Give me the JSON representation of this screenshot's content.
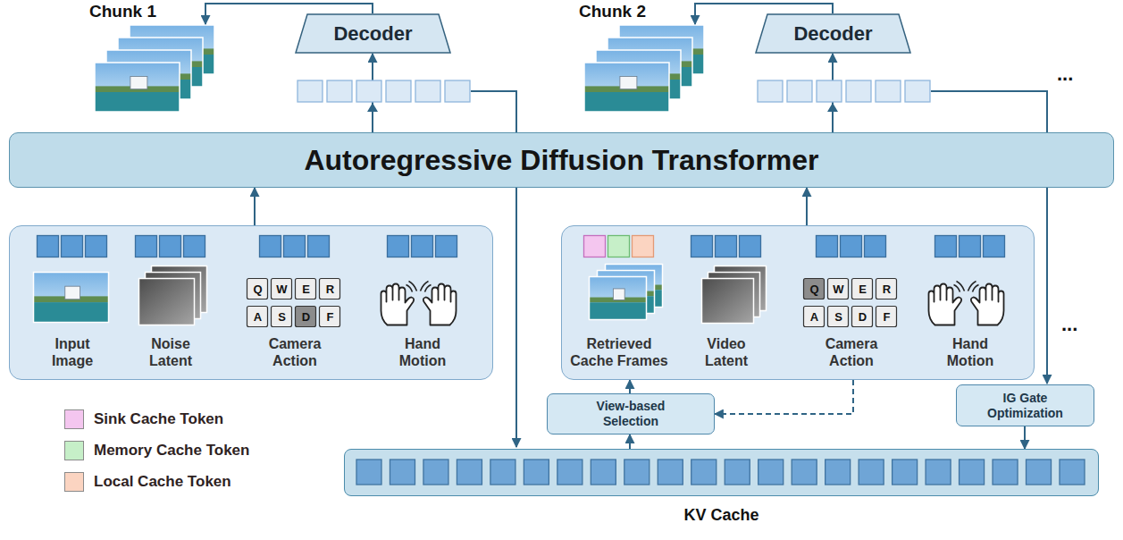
{
  "diagram": {
    "nodes": [
      {
        "text": [
          "Decoder"
        ]
      },
      {
        "text": [
          "Decoder"
        ]
      },
      {
        "text": [
          "Autoregressive Diffusion Transformer"
        ]
      },
      {
        "text": [
          "Input Image",
          "Noise Latent",
          "Camera Action",
          "Hand Motion"
        ]
      },
      {
        "text": [
          "Retrieved Cache Frames",
          "Video Latent",
          "Camera Action",
          "Hand Motion"
        ]
      },
      {
        "text": [
          "View-based Selection"
        ]
      },
      {
        "text": [
          "IG Gate Optimization"
        ]
      },
      {
        "text": [
          "KV Cache"
        ]
      }
    ],
    "edges": [
      {
        "from": 3,
        "to": 2,
        "arrow": "to"
      },
      {
        "from": 4,
        "to": 2,
        "arrow": "to"
      },
      {
        "from": 2,
        "to": 0,
        "arrow": "to"
      },
      {
        "from": 2,
        "to": 1,
        "arrow": "to"
      },
      {
        "from": 6,
        "to": 7,
        "arrow": "to"
      },
      {
        "from": 7,
        "to": 5,
        "arrow": "to"
      },
      {
        "from": 5,
        "to": 4,
        "arrow": "to"
      },
      {
        "from": 4,
        "to": 5,
        "arrow": "to"
      }
    ],
    "labels": [
      "Chunk 1",
      "Chunk 2",
      "...",
      "Q",
      "W",
      "E",
      "R",
      "A",
      "S",
      "D",
      "F",
      "Q",
      "W",
      "E",
      "R",
      "A",
      "S",
      "D",
      "F",
      "..."
    ],
    "legend": [
      {
        "text": "Sink Cache Token",
        "color": "#f4c6ef"
      },
      {
        "text": "Memory Cache Token",
        "color": "#c6efc8"
      },
      {
        "text": "Local Cache Token",
        "color": "#fbd4c1"
      }
    ]
  }
}
